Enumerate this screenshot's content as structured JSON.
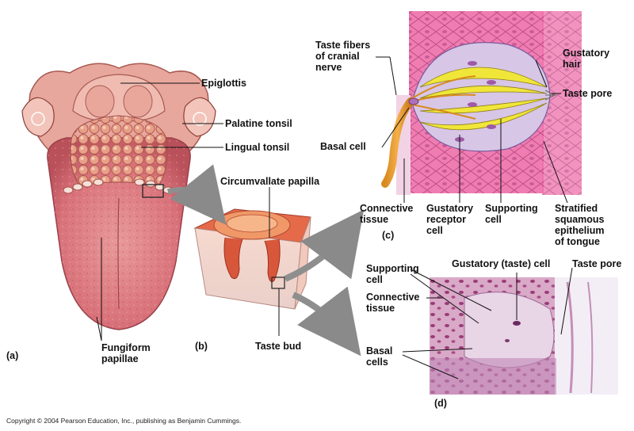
{
  "labels": {
    "epiglottis": "Epiglottis",
    "palatine_tonsil": "Palatine tonsil",
    "lingual_tonsil": "Lingual tonsil",
    "fungiform_line1": "Fungiform",
    "fungiform_line2": "papillae",
    "circumvallate": "Circumvallate papilla",
    "taste_bud": "Taste bud",
    "taste_fibers_line1": "Taste fibers",
    "taste_fibers_line2": "of cranial",
    "taste_fibers_line3": "nerve",
    "basal_cell": "Basal cell",
    "gustatory_hair_line1": "Gustatory",
    "gustatory_hair_line2": "hair",
    "taste_pore_c": "Taste pore",
    "connective_c_line1": "Connective",
    "connective_c_line2": "tissue",
    "gustatory_receptor_line1": "Gustatory",
    "gustatory_receptor_line2": "receptor",
    "gustatory_receptor_line3": "cell",
    "supporting_c_line1": "Supporting",
    "supporting_c_line2": "cell",
    "stratified_line1": "Stratified",
    "stratified_line2": "squamous",
    "stratified_line3": "epithelium",
    "stratified_line4": "of tongue",
    "supporting_d_line1": "Supporting",
    "supporting_d_line2": "cell",
    "gustatory_taste_cell": "Gustatory (taste) cell",
    "taste_pore_d": "Taste pore",
    "connective_d_line1": "Connective",
    "connective_d_line2": "tissue",
    "basal_cells_line1": "Basal",
    "basal_cells_line2": "cells"
  },
  "panels": {
    "a": "(a)",
    "b": "(b)",
    "c": "(c)",
    "d": "(d)"
  },
  "copyright": "Copyright © 2004 Pearson Education, Inc., publishing as Benjamin Cummings."
}
